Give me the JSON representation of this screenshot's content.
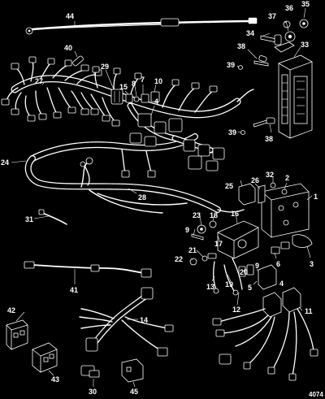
{
  "figure_number": "4074",
  "callouts": [
    "44",
    "40",
    "29",
    "27",
    "15",
    "8",
    "7",
    "10",
    "4",
    "24",
    "28",
    "31",
    "41",
    "14",
    "42",
    "43",
    "30",
    "45",
    "37",
    "36",
    "35",
    "34",
    "33",
    "38",
    "39",
    "25",
    "26",
    "32",
    "2",
    "1",
    "23",
    "18",
    "16",
    "9",
    "17",
    "22",
    "21",
    "20",
    "6",
    "3",
    "5",
    "13",
    "19",
    "12",
    "11"
  ]
}
